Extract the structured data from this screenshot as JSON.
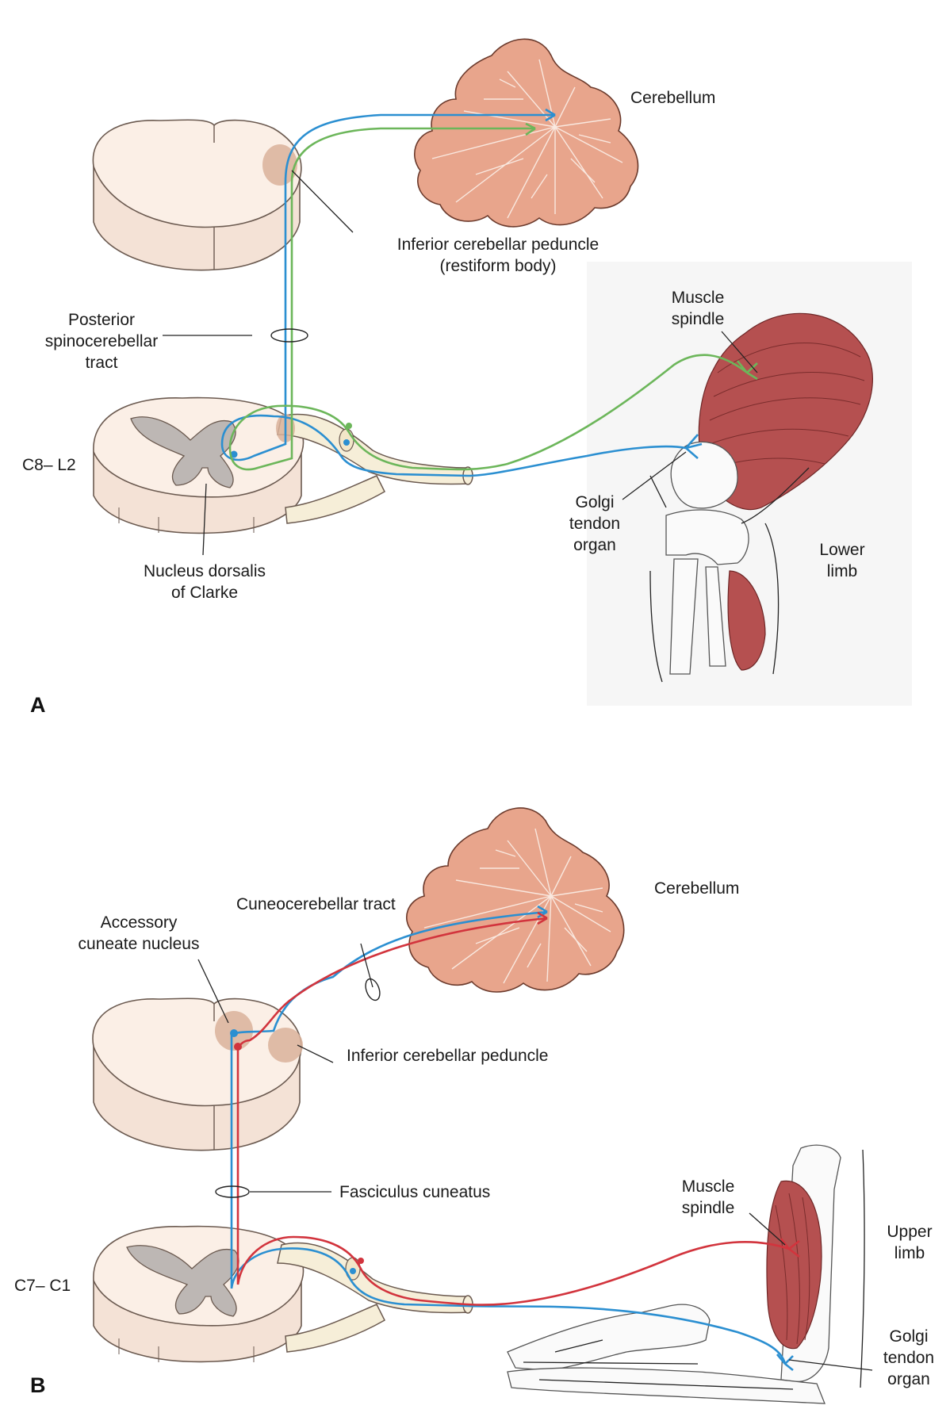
{
  "panel_a": {
    "letter": "A",
    "labels": {
      "cerebellum": "Cerebellum",
      "peduncle_line1": "Inferior cerebellar peduncle",
      "peduncle_line2": "(restiform body)",
      "tract_line1": "Posterior",
      "tract_line2": "spinocerebellar",
      "tract_line3": "tract",
      "segment": "C8– L2",
      "nucleus_line1": "Nucleus dorsalis",
      "nucleus_line2": "of Clarke",
      "spindle_line1": "Muscle",
      "spindle_line2": "spindle",
      "golgi_line1": "Golgi",
      "golgi_line2": "tendon",
      "golgi_line3": "organ",
      "limb_line1": "Lower",
      "limb_line2": "limb"
    }
  },
  "panel_b": {
    "letter": "B",
    "labels": {
      "cerebellum": "Cerebellum",
      "tract": "Cuneocerebellar tract",
      "accessory_line1": "Accessory",
      "accessory_line2": "cuneate nucleus",
      "peduncle": "Inferior cerebellar peduncle",
      "fasciculus": "Fasciculus cuneatus",
      "segment": "C7– C1",
      "spindle_line1": "Muscle",
      "spindle_line2": "spindle",
      "limb_line1": "Upper",
      "limb_line2": "limb",
      "golgi_line1": "Golgi",
      "golgi_line2": "tendon",
      "golgi_line3": "organ"
    }
  },
  "colors": {
    "golgi_pathway": "#2b8fd1",
    "spindle_pathway_a": "#6cb65a",
    "spindle_pathway_b": "#d2343d",
    "cerebellum": "#e8a58c",
    "muscle": "#b55050"
  }
}
